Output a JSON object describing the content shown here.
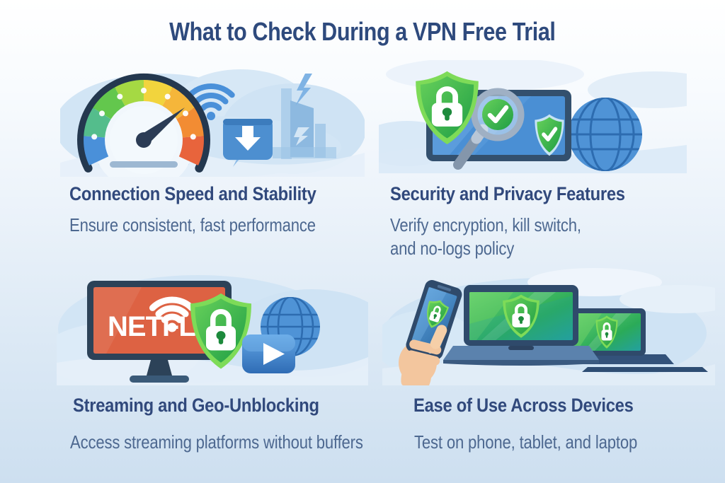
{
  "title": "What to Check During a VPN Free Trial",
  "sections": [
    {
      "id": "connection-speed",
      "heading": "Connection Speed and Stability",
      "subtitle_lines": [
        "Ensure consistent, fast performance"
      ],
      "illustration_icons": [
        "speedometer",
        "wifi-signal",
        "download-box",
        "city-buildings",
        "lightning-bolt"
      ]
    },
    {
      "id": "security-privacy",
      "heading": "Security and Privacy Features",
      "subtitle_lines": [
        "Verify encryption, kill switch,",
        "and no-logs policy"
      ],
      "illustration_icons": [
        "shield-lock",
        "tablet-screen",
        "magnifier-check",
        "shield-check",
        "globe"
      ]
    },
    {
      "id": "streaming-geo-unblocking",
      "heading": "Streaming and Geo-Unblocking",
      "subtitle_lines": [
        "Access streaming platforms without buffers"
      ],
      "tv_label": "NETFL",
      "illustration_icons": [
        "tv-monitor",
        "wifi-signal",
        "shield-lock",
        "globe",
        "play-button"
      ]
    },
    {
      "id": "ease-of-use",
      "heading": "Ease of Use Across Devices",
      "subtitle_lines": [
        "Test on phone, tablet, and laptop"
      ],
      "illustration_icons": [
        "hand-holding-phone",
        "laptop-shield-lock",
        "tablet-shield-lock"
      ]
    }
  ],
  "colors": {
    "title_text": "#2E4A7D",
    "heading_text": "#31497C",
    "subtitle_text": "#4D6890",
    "background_top": "#FFFFFF",
    "background_bottom": "#CDDFF0",
    "cloud_blue": "#D2E5F5",
    "shield_green_dark": "#1F9E45",
    "shield_green_light": "#66D05A",
    "accent_blue": "#4A8FD4",
    "device_navy": "#2C4258",
    "tv_screen_orange": "#DD6243",
    "hand_skin": "#F3C69E"
  }
}
